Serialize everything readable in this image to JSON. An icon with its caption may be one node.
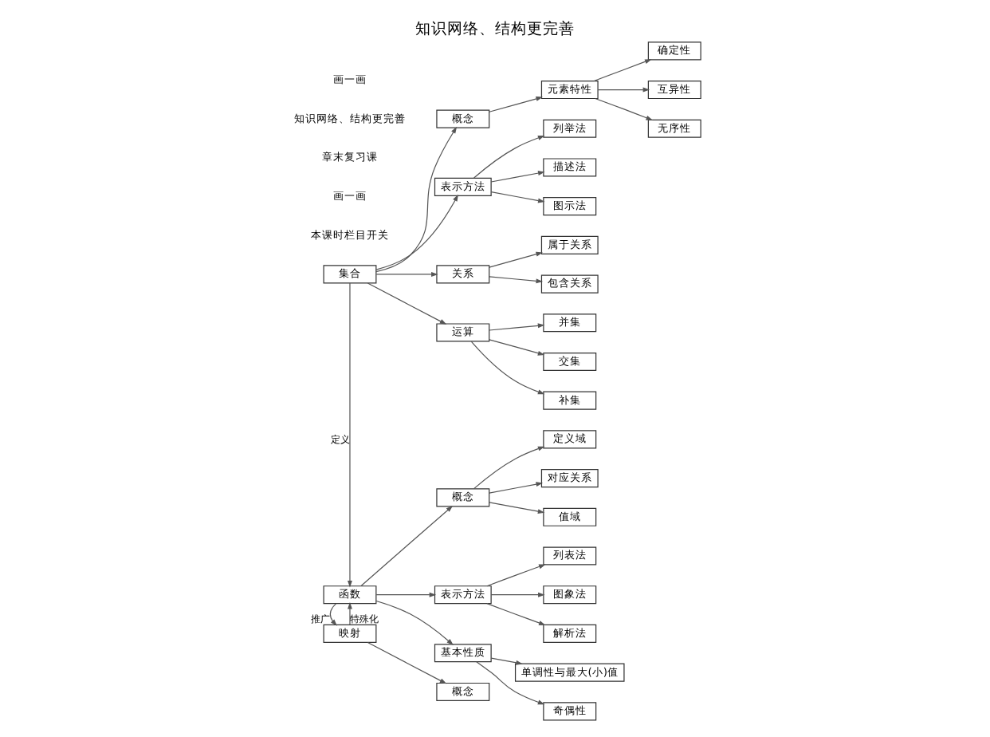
{
  "diagram": {
    "title": "知识网络、结构更完善",
    "nodes": [
      {
        "text": [
          "集合"
        ]
      },
      {
        "text": [
          "概念"
        ]
      },
      {
        "text": [
          "元素特性"
        ]
      },
      {
        "text": [
          "确定性"
        ]
      },
      {
        "text": [
          "互异性"
        ]
      },
      {
        "text": [
          "无序性"
        ]
      },
      {
        "text": [
          "表示方法"
        ]
      },
      {
        "text": [
          "列举法"
        ]
      },
      {
        "text": [
          "描述法"
        ]
      },
      {
        "text": [
          "图示法"
        ]
      },
      {
        "text": [
          "关系"
        ]
      },
      {
        "text": [
          "属于关系"
        ]
      },
      {
        "text": [
          "包含关系"
        ]
      },
      {
        "text": [
          "运算"
        ]
      },
      {
        "text": [
          "并集"
        ]
      },
      {
        "text": [
          "交集"
        ]
      },
      {
        "text": [
          "补集"
        ]
      },
      {
        "text": [
          "函数"
        ]
      },
      {
        "text": [
          "概念"
        ]
      },
      {
        "text": [
          "定义域"
        ]
      },
      {
        "text": [
          "对应关系"
        ]
      },
      {
        "text": [
          "值域"
        ]
      },
      {
        "text": [
          "表示方法"
        ]
      },
      {
        "text": [
          "列表法"
        ]
      },
      {
        "text": [
          "图象法"
        ]
      },
      {
        "text": [
          "解析法"
        ]
      },
      {
        "text": [
          "基本性质"
        ]
      },
      {
        "text": [
          "单调性与最大(小)值"
        ]
      },
      {
        "text": [
          "奇偶性"
        ]
      },
      {
        "text": [
          "映射"
        ]
      },
      {
        "text": [
          "概念"
        ]
      }
    ],
    "edges": [
      {
        "from": 0,
        "to": 1,
        "arrow": "to"
      },
      {
        "from": 1,
        "to": 2,
        "arrow": "to"
      },
      {
        "from": 2,
        "to": 3,
        "arrow": "to"
      },
      {
        "from": 2,
        "to": 4,
        "arrow": "to"
      },
      {
        "from": 2,
        "to": 5,
        "arrow": "to"
      },
      {
        "from": 0,
        "to": 6,
        "arrow": "to"
      },
      {
        "from": 6,
        "to": 7,
        "arrow": "to"
      },
      {
        "from": 6,
        "to": 8,
        "arrow": "to"
      },
      {
        "from": 6,
        "to": 9,
        "arrow": "to"
      },
      {
        "from": 0,
        "to": 10,
        "arrow": "to"
      },
      {
        "from": 10,
        "to": 11,
        "arrow": "to"
      },
      {
        "from": 10,
        "to": 12,
        "arrow": "to"
      },
      {
        "from": 0,
        "to": 13,
        "arrow": "to"
      },
      {
        "from": 13,
        "to": 14,
        "arrow": "to"
      },
      {
        "from": 13,
        "to": 15,
        "arrow": "to"
      },
      {
        "from": 13,
        "to": 16,
        "arrow": "to"
      },
      {
        "from": 0,
        "to": 17,
        "arrow": "to",
        "label": "定义"
      },
      {
        "from": 17,
        "to": 18,
        "arrow": "to"
      },
      {
        "from": 18,
        "to": 19,
        "arrow": "to"
      },
      {
        "from": 18,
        "to": 20,
        "arrow": "to"
      },
      {
        "from": 18,
        "to": 21,
        "arrow": "to"
      },
      {
        "from": 17,
        "to": 22,
        "arrow": "to"
      },
      {
        "from": 22,
        "to": 23,
        "arrow": "to"
      },
      {
        "from": 22,
        "to": 24,
        "arrow": "to"
      },
      {
        "from": 22,
        "to": 25,
        "arrow": "to"
      },
      {
        "from": 17,
        "to": 26,
        "arrow": "to"
      },
      {
        "from": 26,
        "to": 27,
        "arrow": "to"
      },
      {
        "from": 26,
        "to": 28,
        "arrow": "to"
      },
      {
        "from": 29,
        "to": 17,
        "arrow": "to",
        "label": "特殊化"
      },
      {
        "from": 17,
        "to": 29,
        "arrow": "to",
        "label": "推广"
      },
      {
        "from": 29,
        "to": 30,
        "arrow": "to"
      }
    ],
    "labels": [
      "画一画",
      "知识网络、结构更完善",
      "章末复习课",
      "画一画",
      "本课时栏目开关"
    ]
  }
}
